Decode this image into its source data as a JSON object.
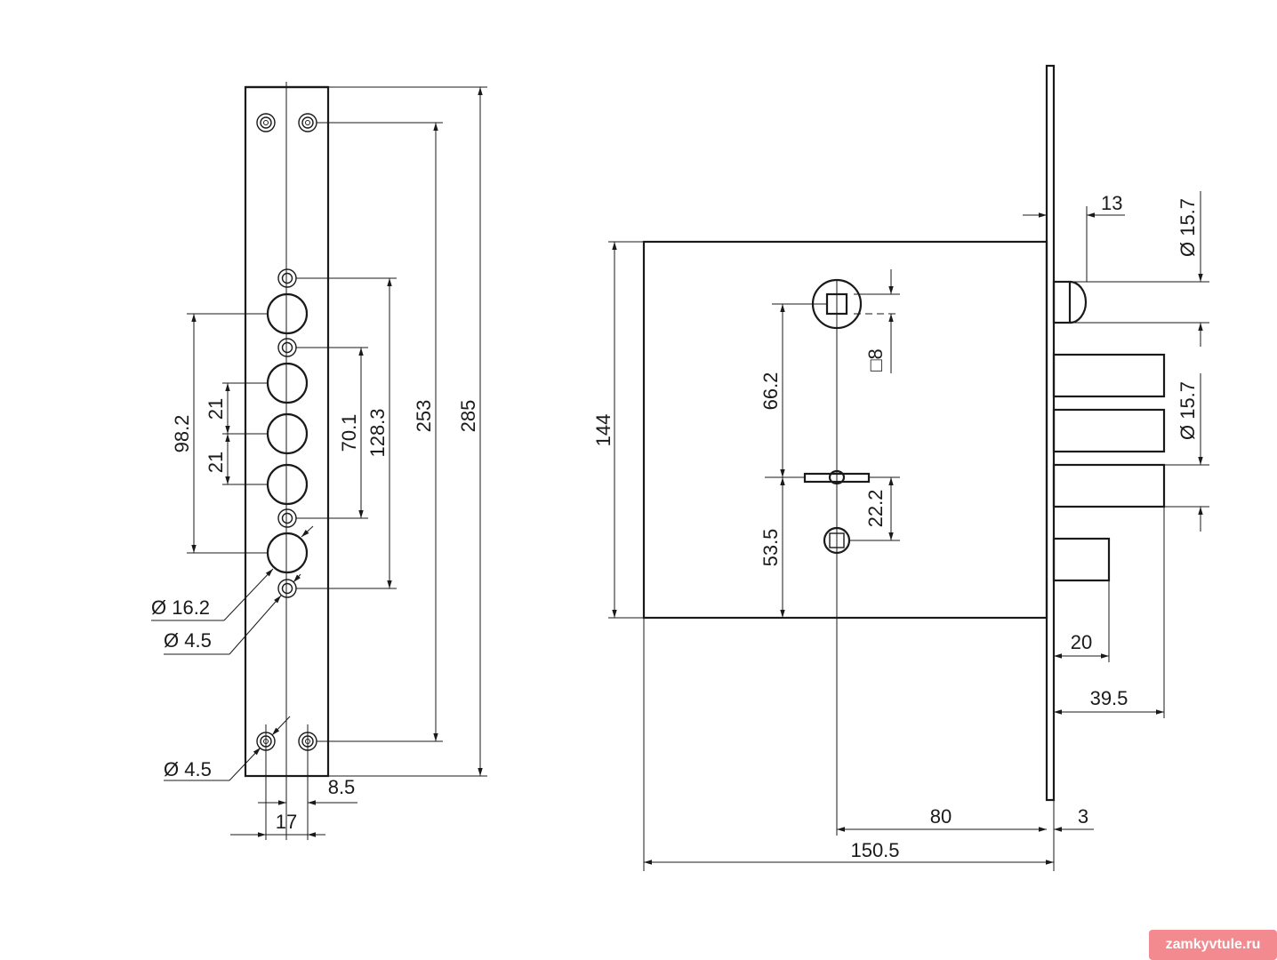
{
  "left_view": {
    "dims": {
      "d285": "285",
      "d253": "253",
      "d128": "128.3",
      "d70": "70.1",
      "d98": "98.2",
      "d21a": "21",
      "d21b": "21",
      "dia16": "Ø 16.2",
      "dia45a": "Ø 4.5",
      "dia45b": "Ø 4.5",
      "d17": "17",
      "d85": "8.5"
    }
  },
  "right_view": {
    "dims": {
      "d13": "13",
      "dia157a": "Ø 15.7",
      "dia157b": "Ø 15.7",
      "d144": "144",
      "d662": "66.2",
      "d535": "53.5",
      "sq8": "□8",
      "d222": "22.2",
      "d20": "20",
      "d395": "39.5",
      "d80": "80",
      "d3": "3",
      "d1505": "150.5"
    }
  },
  "watermark": "zamkyvtule.ru"
}
